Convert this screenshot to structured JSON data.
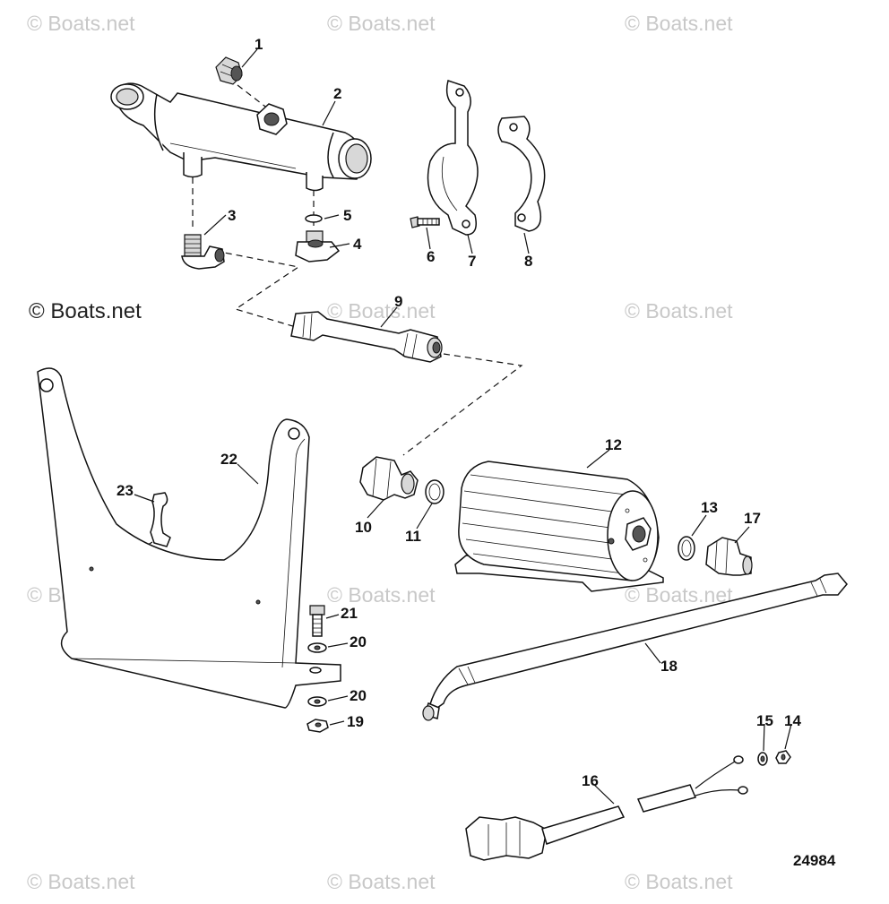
{
  "watermark": {
    "text": "© Boats.net",
    "main_text": "© Boats.net"
  },
  "diagram_number": "24984",
  "callouts": {
    "c1": "1",
    "c2": "2",
    "c3": "3",
    "c4": "4",
    "c5": "5",
    "c6": "6",
    "c7": "7",
    "c8": "8",
    "c9": "9",
    "c10": "10",
    "c11": "11",
    "c12": "12",
    "c13": "13",
    "c14": "14",
    "c15": "15",
    "c16": "16",
    "c17": "17",
    "c18": "18",
    "c19": "19",
    "c20a": "20",
    "c20b": "20",
    "c21": "21",
    "c22": "22",
    "c23": "23"
  }
}
